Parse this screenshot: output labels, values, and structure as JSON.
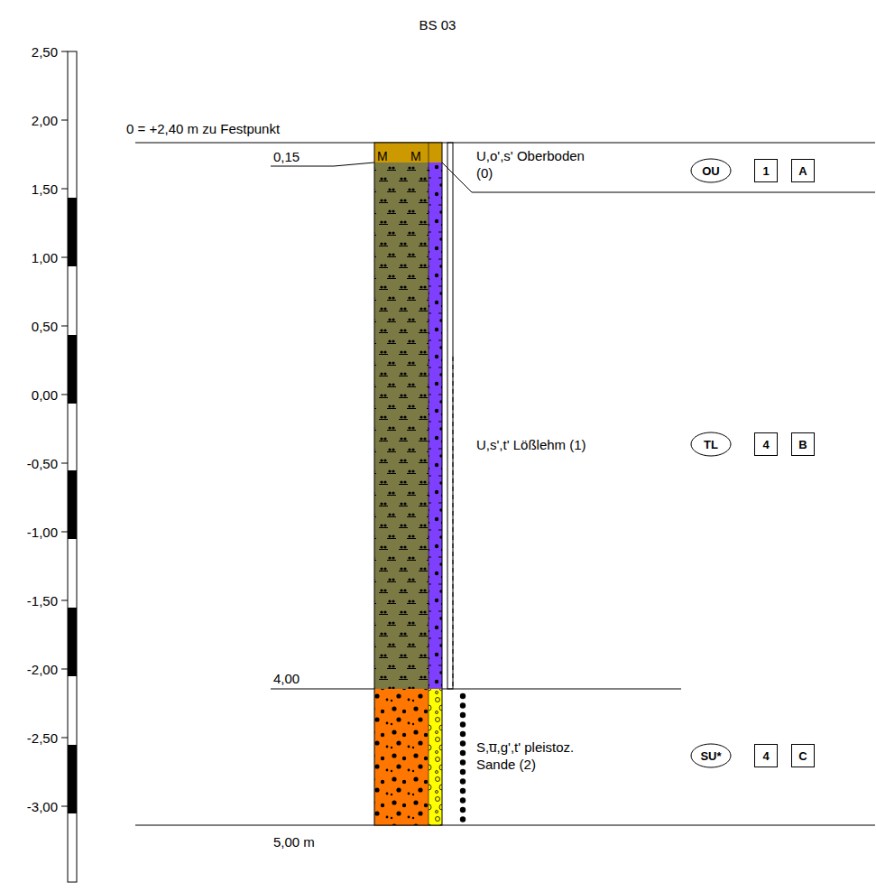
{
  "diagram": {
    "title": "BS 03",
    "nodes": [
      {
        "text": [
          "OU"
        ]
      },
      {
        "text": [
          "1"
        ]
      },
      {
        "text": [
          "A"
        ]
      },
      {
        "text": [
          "TL"
        ]
      },
      {
        "text": [
          "4"
        ]
      },
      {
        "text": [
          "B"
        ]
      },
      {
        "text": [
          "SU*"
        ]
      },
      {
        "text": [
          "4"
        ]
      },
      {
        "text": [
          "C"
        ]
      }
    ],
    "labels": [
      "0 = +2,40 m zu Festpunkt",
      "0,15",
      "U,o',s' Oberboden (0)",
      "U,s',t' Lößlehm (1)",
      "4,00",
      "S,u̅,g',t' pleistoz. Sande (2)",
      "5,00 m",
      "2,50",
      "2,00",
      "1,50",
      "1,00",
      "0,50",
      "0,00",
      "-0,50",
      "-1,00",
      "-1,50",
      "-2,00",
      "-2,50",
      "-3,00"
    ]
  }
}
